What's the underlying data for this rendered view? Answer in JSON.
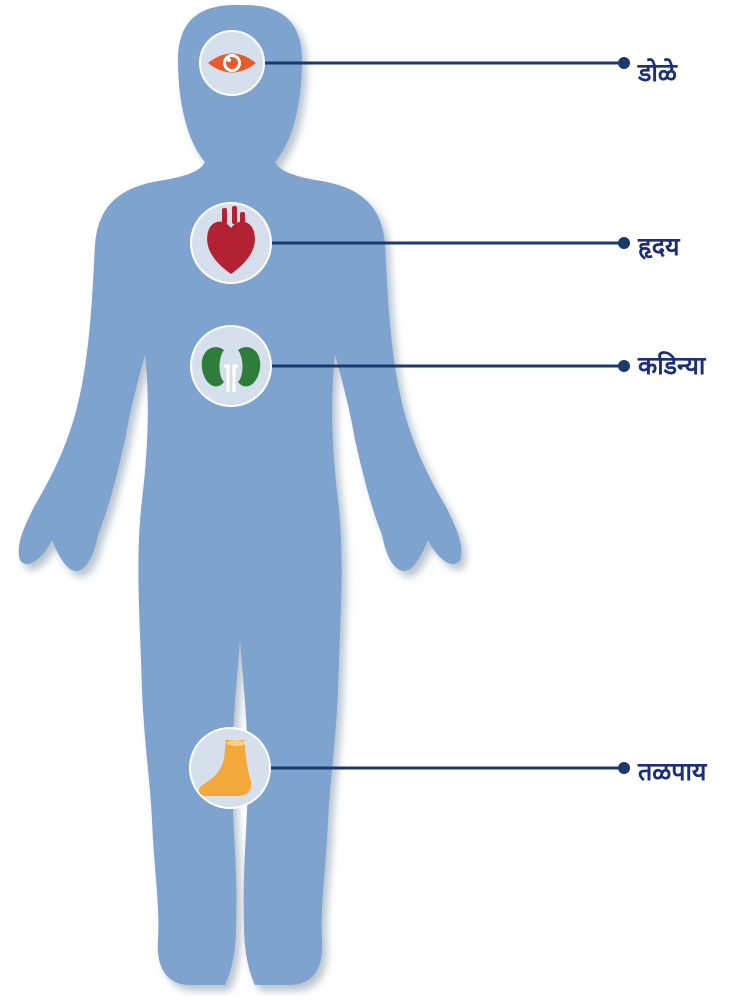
{
  "labels": {
    "eyes": "डोळे",
    "heart": "हृदय",
    "kidneys": "कडिन्या",
    "feet": "तळपाय"
  },
  "colors": {
    "body": "#7da3ce",
    "body_shadow": "#b9c4cf",
    "badge": "#d6e0ec",
    "line": "#1a3a6b",
    "label": "#1d2f7a",
    "eye": "#e8592b",
    "heart": "#b32233",
    "kidney": "#2f7d3a",
    "foot": "#f2a83b"
  },
  "icons": {
    "eyes": "eye-icon",
    "heart": "heart-icon",
    "kidneys": "kidneys-icon",
    "feet": "foot-icon"
  }
}
